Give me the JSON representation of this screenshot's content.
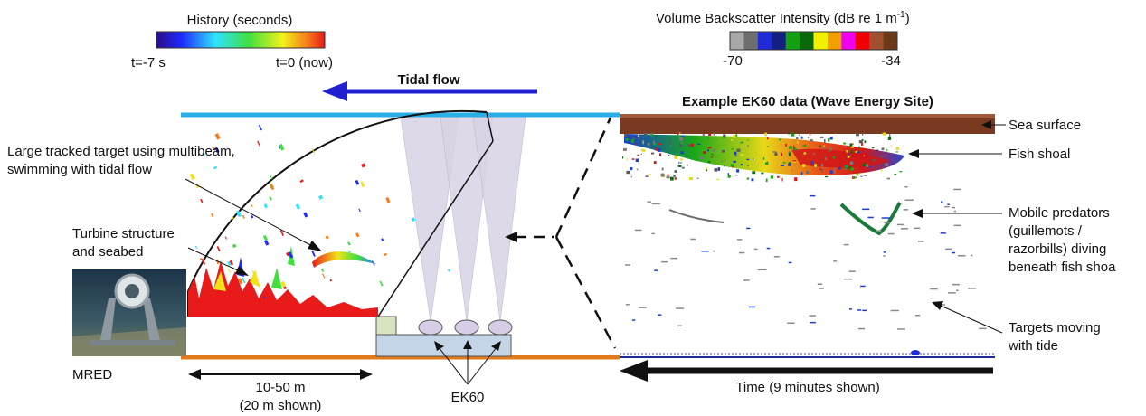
{
  "history_legend": {
    "title": "History (seconds)",
    "left_label": "t=-7 s",
    "right_label": "t=0 (now)"
  },
  "backscatter_legend": {
    "title": "Volume Backscatter Intensity (dB re 1 m",
    "title_sup": "-1",
    "title_end": ")",
    "min_label": "-70",
    "max_label": "-34",
    "colors": [
      "#a8a8a8",
      "#6e6e6e",
      "#1f2bd6",
      "#142080",
      "#10a010",
      "#0a6a0a",
      "#f0f000",
      "#f0a000",
      "#f000f0",
      "#f00000",
      "#a05030",
      "#6a3a1a"
    ]
  },
  "tidal_flow": {
    "label": "Tidal flow",
    "color": "#2020d0"
  },
  "echogram": {
    "title": "Example EK60 data (Wave Energy Site)",
    "time_label": "Time (9 minutes shown)"
  },
  "annotations": {
    "large_target_line1": "Large tracked target using multibeam,",
    "large_target_line2": "swimming with tidal flow",
    "turbine_line1": "Turbine structure",
    "turbine_line2": "and seabed",
    "mred": "MRED",
    "range_line1": "10-50 m",
    "range_line2": "(20 m shown)",
    "ek60": "EK60",
    "sea_surface": "Sea surface",
    "fish_shoal": "Fish shoal",
    "predators_line1": "Mobile predators",
    "predators_line2": "(guillemots /",
    "predators_line3": "razorbills) diving",
    "predators_line4": "beneath fish shoa",
    "targets_line1": "Targets moving",
    "targets_line2": "with tide"
  },
  "colors": {
    "surface_line": "#29aee8",
    "seabed_line": "#e07a1a",
    "beam_fill": "#d9d3e6",
    "platform_fill": "#c3d5e6",
    "transducer_fill": "#d7cde6",
    "mount_fill": "#d8e4c0"
  }
}
